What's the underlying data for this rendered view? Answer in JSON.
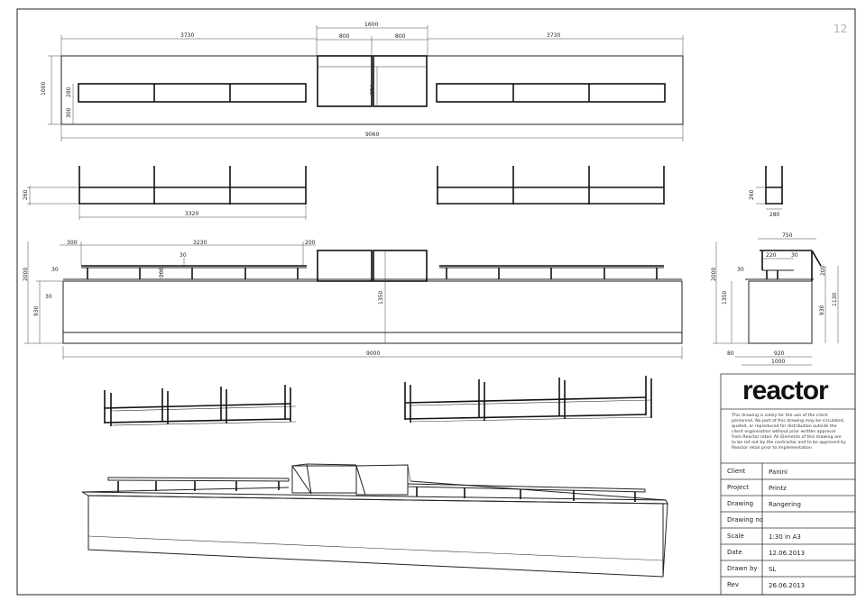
{
  "page_number": "12",
  "dimensions": {
    "plan": {
      "left": "3730",
      "total_top": "1600",
      "mid_left": "800",
      "mid_right": "800",
      "right": "3730",
      "depth": "1000",
      "shelf": "280",
      "offset": "300",
      "unit_depth": "750",
      "total": "9060"
    },
    "shelf_elev": {
      "height": "260",
      "length": "3320"
    },
    "front": {
      "left": "300",
      "span": "3230",
      "right": "200",
      "rise": "30",
      "shelf_h": "200",
      "height": "2000",
      "side_a": "30",
      "side_b": "30",
      "counter": "930",
      "unit": "1350",
      "total": "9000"
    },
    "side": {
      "shelf_h": "260",
      "shelf_d": "280",
      "top": "750",
      "a": "220",
      "b": "30",
      "height": "2000",
      "c": "30",
      "d": "200",
      "unit": "1350",
      "counter": "930",
      "full": "1130",
      "base": "80",
      "width": "920",
      "depth": "1000"
    }
  },
  "title_block": {
    "logo": "reactor",
    "disclaimer": [
      "This drawing is solely for the use of the client",
      "personnel. No part of this drawing may be circulated,",
      "quoted, or reproduced for distribution outside the",
      "client organisation without prior written approval",
      "from Reactor retail. All Elements of this drawing are",
      "to be set out by the contractor and to be approved by",
      "Reactor retail prior to implementation"
    ],
    "rows": [
      {
        "label": "Client",
        "value": "Panini"
      },
      {
        "label": "Project",
        "value": "Printz"
      },
      {
        "label": "Drawing",
        "value": "Rangering"
      },
      {
        "label": "Drawing no",
        "value": ""
      },
      {
        "label": "Scale",
        "value": "1:30 in A3"
      },
      {
        "label": "Date",
        "value": "12.06.2013"
      },
      {
        "label": "Drawn by",
        "value": "SL"
      },
      {
        "label": "Rev",
        "value": "26.06.2013"
      }
    ]
  }
}
